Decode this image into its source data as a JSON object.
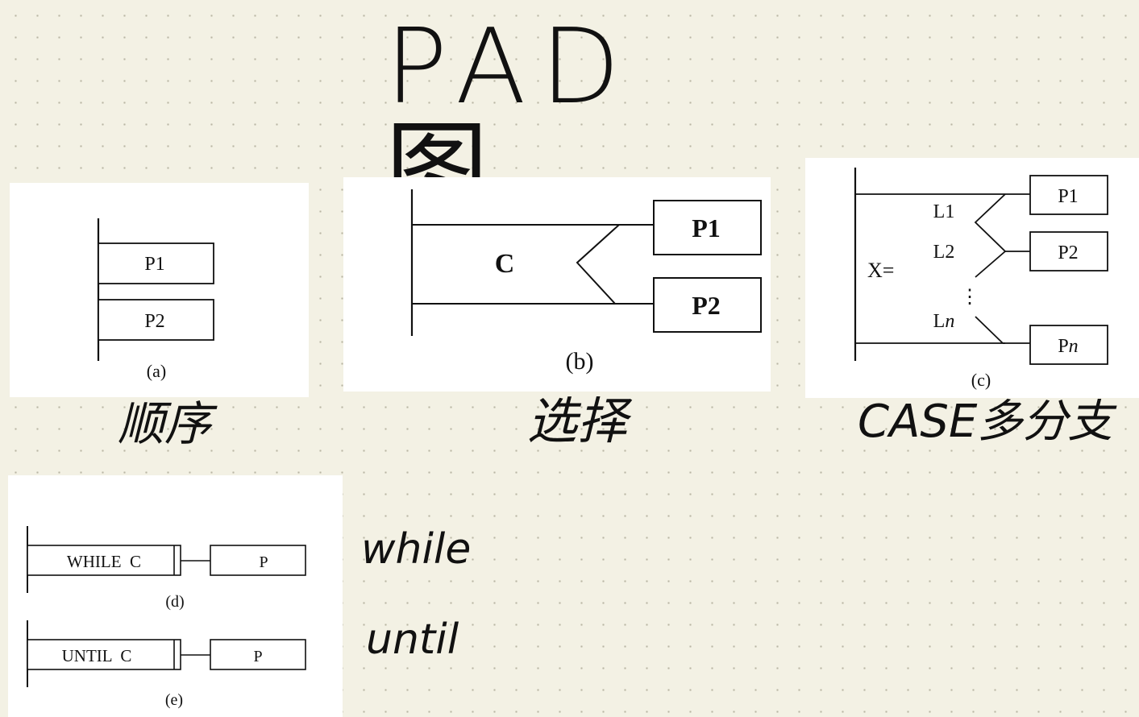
{
  "title": "PAD图",
  "diagram_a": {
    "boxes": [
      "P1",
      "P2"
    ],
    "caption": "(a)",
    "note": "顺序"
  },
  "diagram_b": {
    "condition": "C",
    "boxes": [
      "P1",
      "P2"
    ],
    "caption": "(b)",
    "note": "选择"
  },
  "diagram_c": {
    "selector": "X=",
    "labels": [
      "L1",
      "L2",
      "⋮",
      "L"
    ],
    "label_n_suffix": "n",
    "boxes": [
      "P1",
      "P2",
      "P"
    ],
    "box_n_suffix": "n",
    "caption": "(c)",
    "note": "CASE多分支"
  },
  "diagram_d": {
    "condition": "WHILE  C",
    "box": "P",
    "caption": "(d)",
    "note": "while"
  },
  "diagram_e": {
    "condition": "UNTIL  C",
    "box": "P",
    "caption": "(e)",
    "note": "until"
  }
}
